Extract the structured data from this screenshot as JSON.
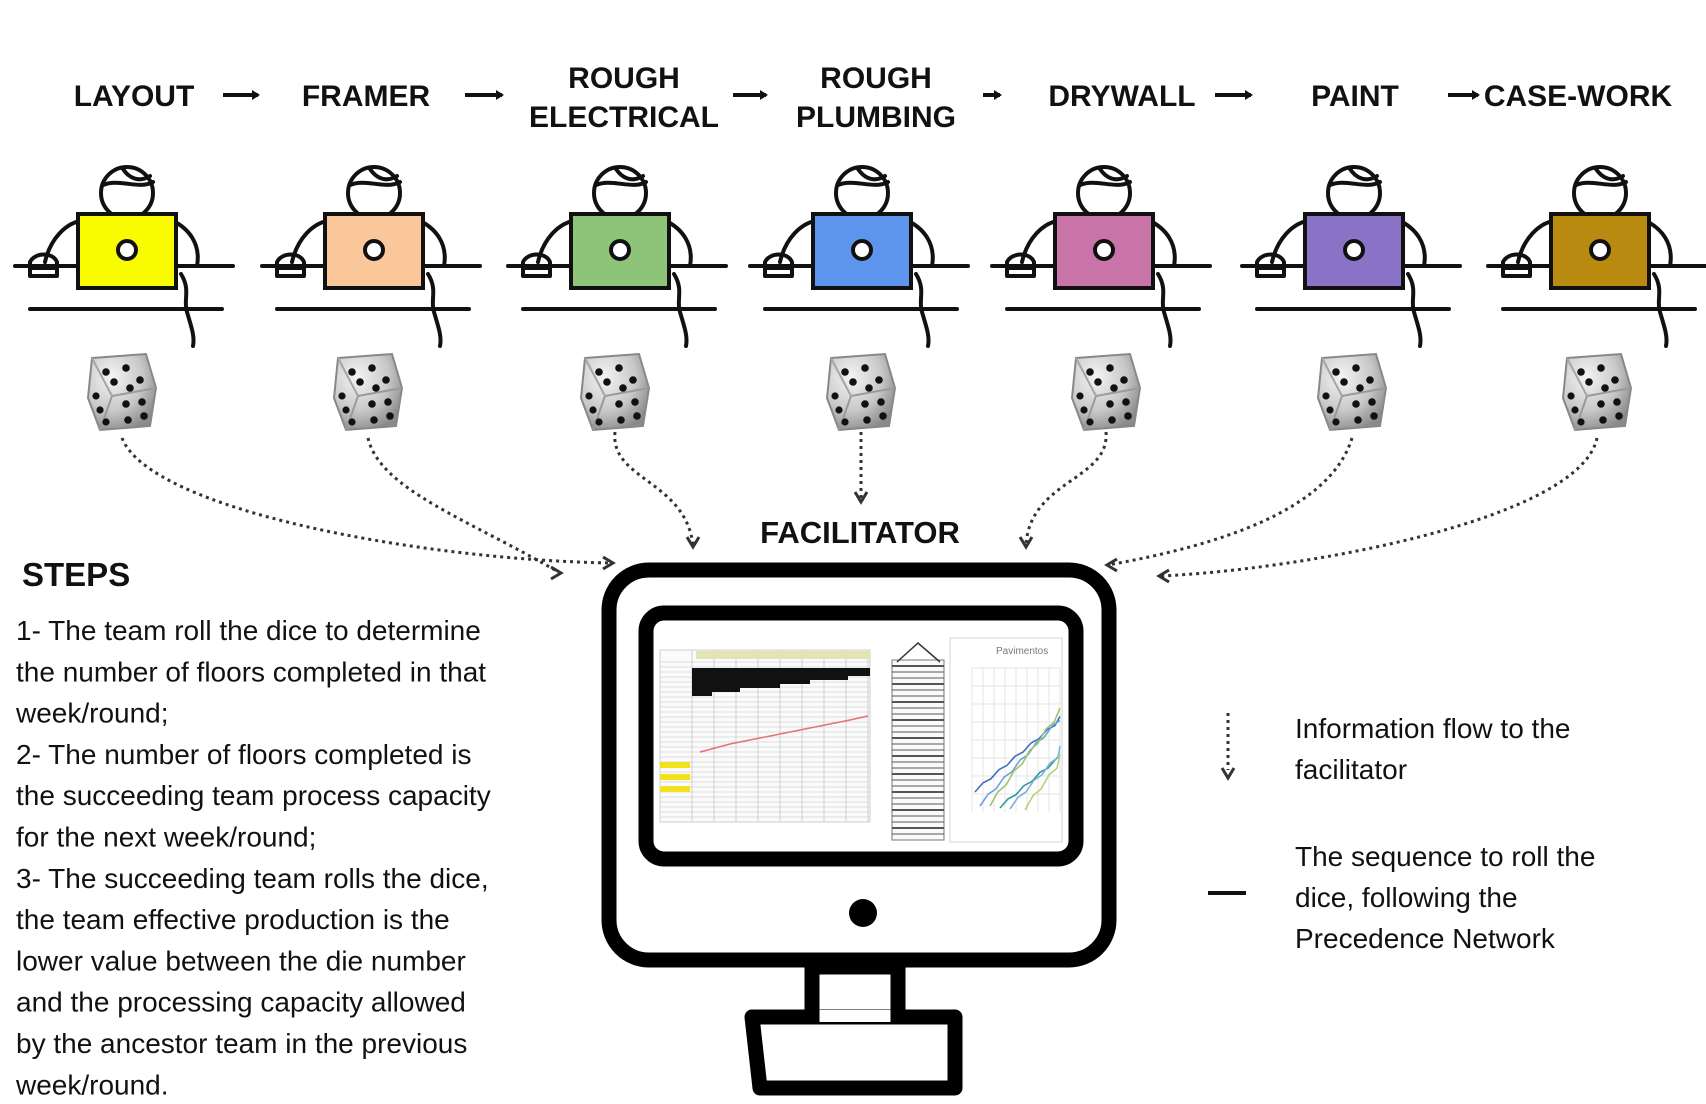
{
  "stages": [
    {
      "label_lines": [
        "LAYOUT"
      ],
      "color": "#f9fb00"
    },
    {
      "label_lines": [
        "FRAMER"
      ],
      "color": "#f9c799"
    },
    {
      "label_lines": [
        "ROUGH",
        "ELECTRICAL"
      ],
      "color": "#8dc47a"
    },
    {
      "label_lines": [
        "ROUGH",
        "PLUMBING"
      ],
      "color": "#5e95ec"
    },
    {
      "label_lines": [
        "DRYWALL"
      ],
      "color": "#c874a8"
    },
    {
      "label_lines": [
        "PAINT"
      ],
      "color": "#8a72c6"
    },
    {
      "label_lines": [
        "CASE-WORK"
      ],
      "color": "#b88a10"
    }
  ],
  "facilitator": {
    "label": "FACILITATOR"
  },
  "steps": {
    "title": "STEPS",
    "lines": [
      "1- The team roll the dice to determine",
      "the number of floors completed in that",
      "week/round;",
      "2- The number of floors completed is",
      "the succeeding team process capacity",
      "for the next week/round;",
      "3- The succeeding team rolls the dice,",
      "the team effective production is the",
      "lower value between the die number",
      "and the processing capacity allowed",
      "by the ancestor team in the previous",
      "week/round."
    ]
  },
  "legend": {
    "info_flow": [
      "Information flow to the",
      "facilitator"
    ],
    "sequence": [
      "The sequence to roll the",
      "dice,  following the",
      "Precedence Network"
    ]
  },
  "screen": {
    "chart_title": "Pavimentos"
  },
  "icons": {
    "worker": "worker-at-laptop-icon",
    "die": "die-icon",
    "monitor": "computer-monitor-icon"
  }
}
